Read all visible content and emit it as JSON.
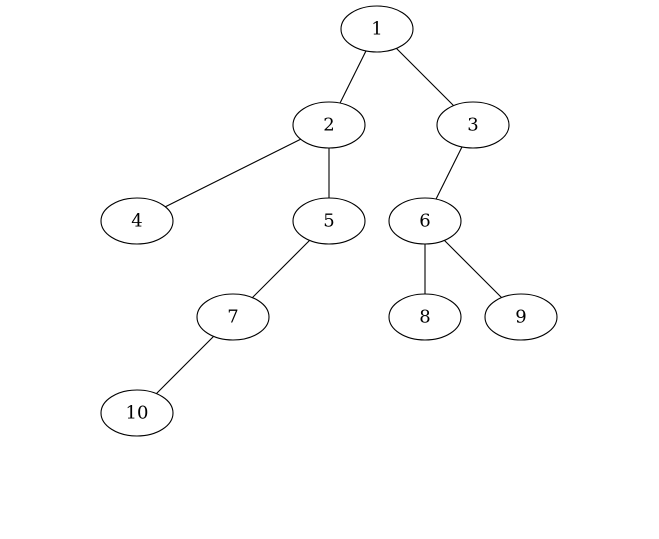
{
  "diagram": {
    "type": "tree",
    "nodes": [
      {
        "id": "n1",
        "label": "1"
      },
      {
        "id": "n2",
        "label": "2"
      },
      {
        "id": "n3",
        "label": "3"
      },
      {
        "id": "n4",
        "label": "4"
      },
      {
        "id": "n5",
        "label": "5"
      },
      {
        "id": "n6",
        "label": "6"
      },
      {
        "id": "n7",
        "label": "7"
      },
      {
        "id": "n8",
        "label": "8"
      },
      {
        "id": "n9",
        "label": "9"
      },
      {
        "id": "n10",
        "label": "10"
      }
    ],
    "edges": [
      {
        "from": "n1",
        "to": "n2"
      },
      {
        "from": "n1",
        "to": "n3"
      },
      {
        "from": "n2",
        "to": "n4"
      },
      {
        "from": "n2",
        "to": "n5"
      },
      {
        "from": "n3",
        "to": "n6"
      },
      {
        "from": "n5",
        "to": "n7"
      },
      {
        "from": "n6",
        "to": "n8"
      },
      {
        "from": "n6",
        "to": "n9"
      },
      {
        "from": "n7",
        "to": "n10"
      }
    ]
  }
}
